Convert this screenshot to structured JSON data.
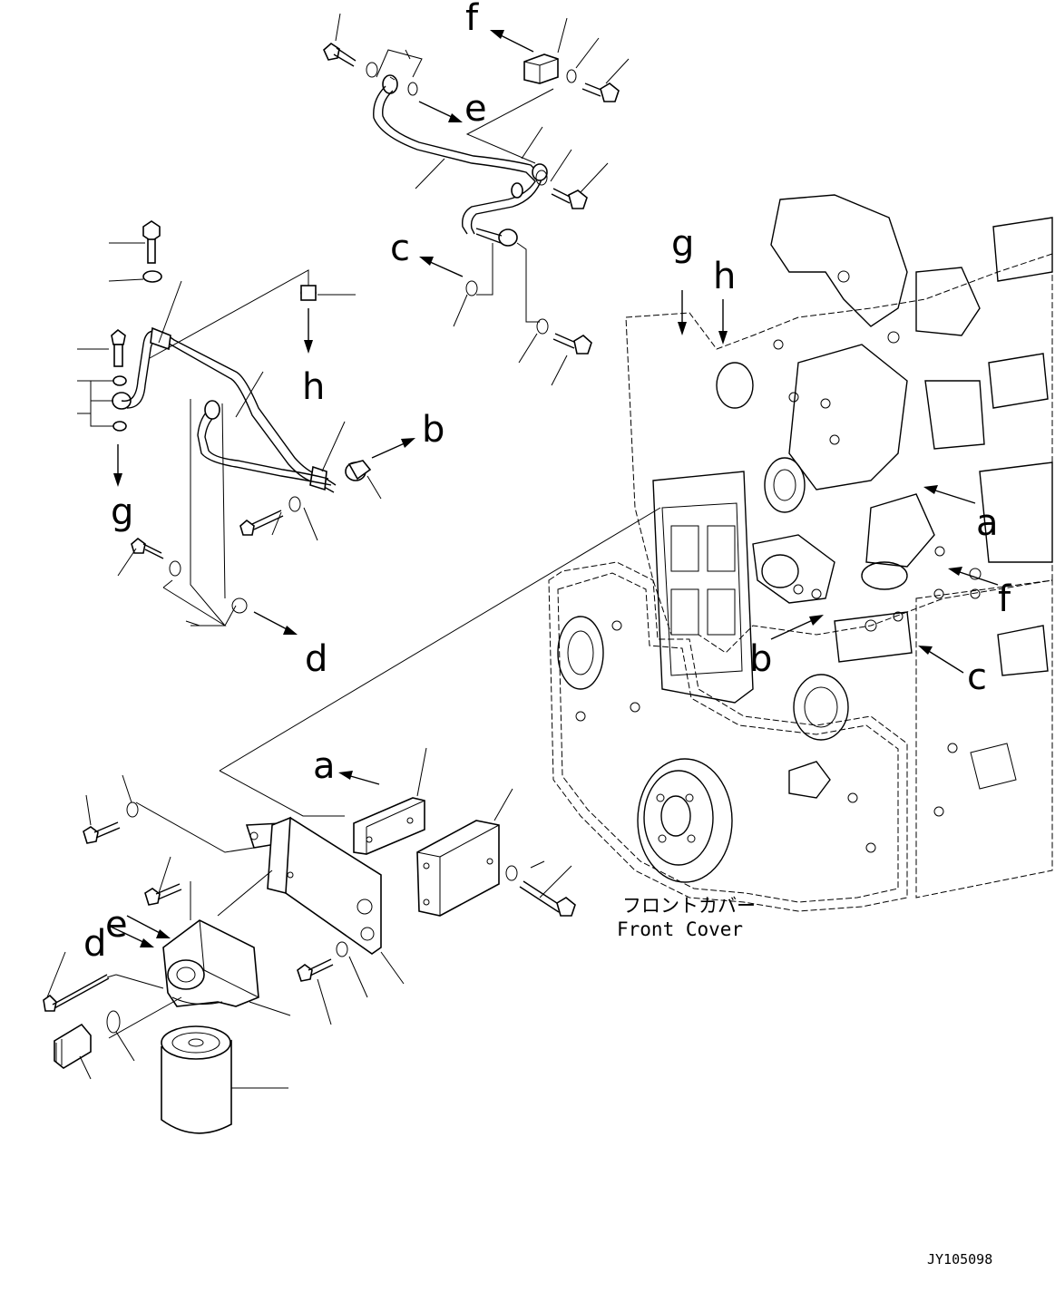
{
  "callout_letters": {
    "a_upper": "a",
    "a_lower": "a",
    "b_upper": "b",
    "b_lower": "b",
    "c_upper": "c",
    "c_lower": "c",
    "d_upper": "d",
    "d_lower": "d",
    "e_upper": "e",
    "e_lower": "e",
    "f_upper": "f",
    "f_lower": "f",
    "g_upper": "g",
    "g_lower": "g",
    "h_upper": "h",
    "h_lower": "h"
  },
  "front_cover": {
    "japanese": "フロントカバー",
    "english": "Front Cover"
  },
  "drawing_code": "JY105098"
}
